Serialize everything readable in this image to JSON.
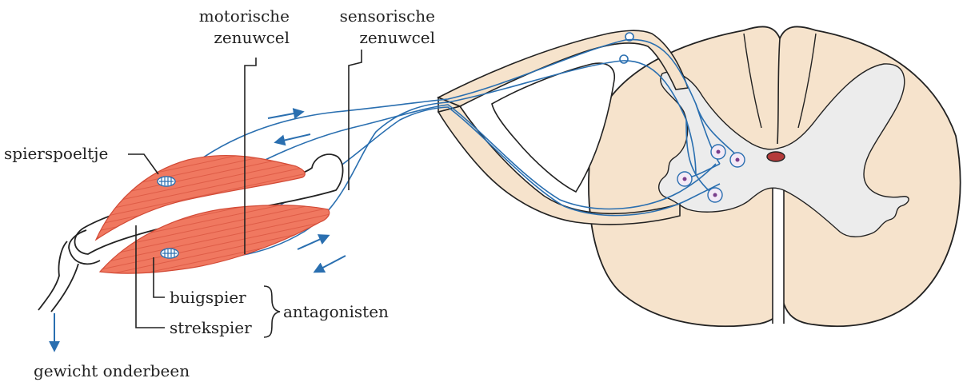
{
  "labels": {
    "motor_neuron": [
      "motorische",
      "zenuwcel"
    ],
    "sensory_neuron": [
      "sensorische",
      "zenuwcel"
    ],
    "muscle_spindle": "spierspoeltje",
    "flexor": "buigspier",
    "extensor": "strekspier",
    "antagonists": "antagonisten",
    "lower_leg_weight": "gewicht onderbeen"
  },
  "colors": {
    "muscle": "#f07860",
    "nerve": "#2a6fb0",
    "spinal_cord": "#f6e3cc",
    "grey_matter": "#ececec",
    "outline": "#222222"
  }
}
